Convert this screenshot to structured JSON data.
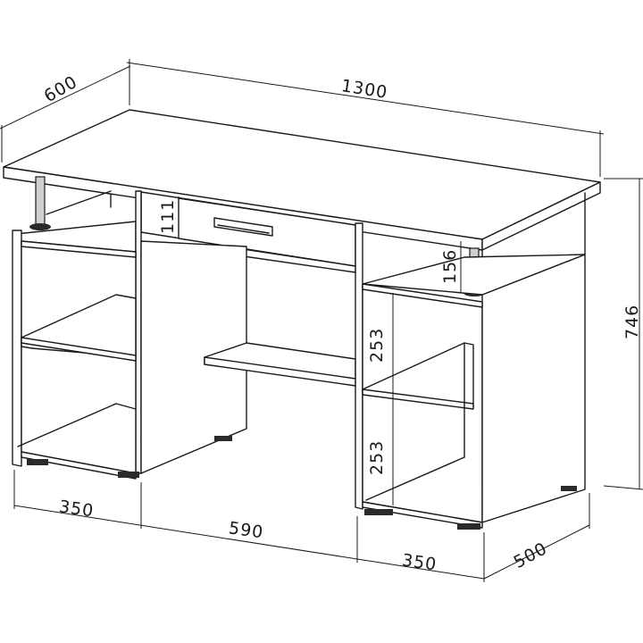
{
  "dimensions": {
    "depth_top": "600",
    "width_total": "1300",
    "height_total": "746",
    "drawer_height": "111",
    "shelf_gap_top": "156",
    "shelf_gap_mid": "253",
    "shelf_gap_low": "253",
    "left_pedestal_width": "350",
    "middle_span": "590",
    "right_pedestal_width": "350",
    "pedestal_depth": "500"
  }
}
